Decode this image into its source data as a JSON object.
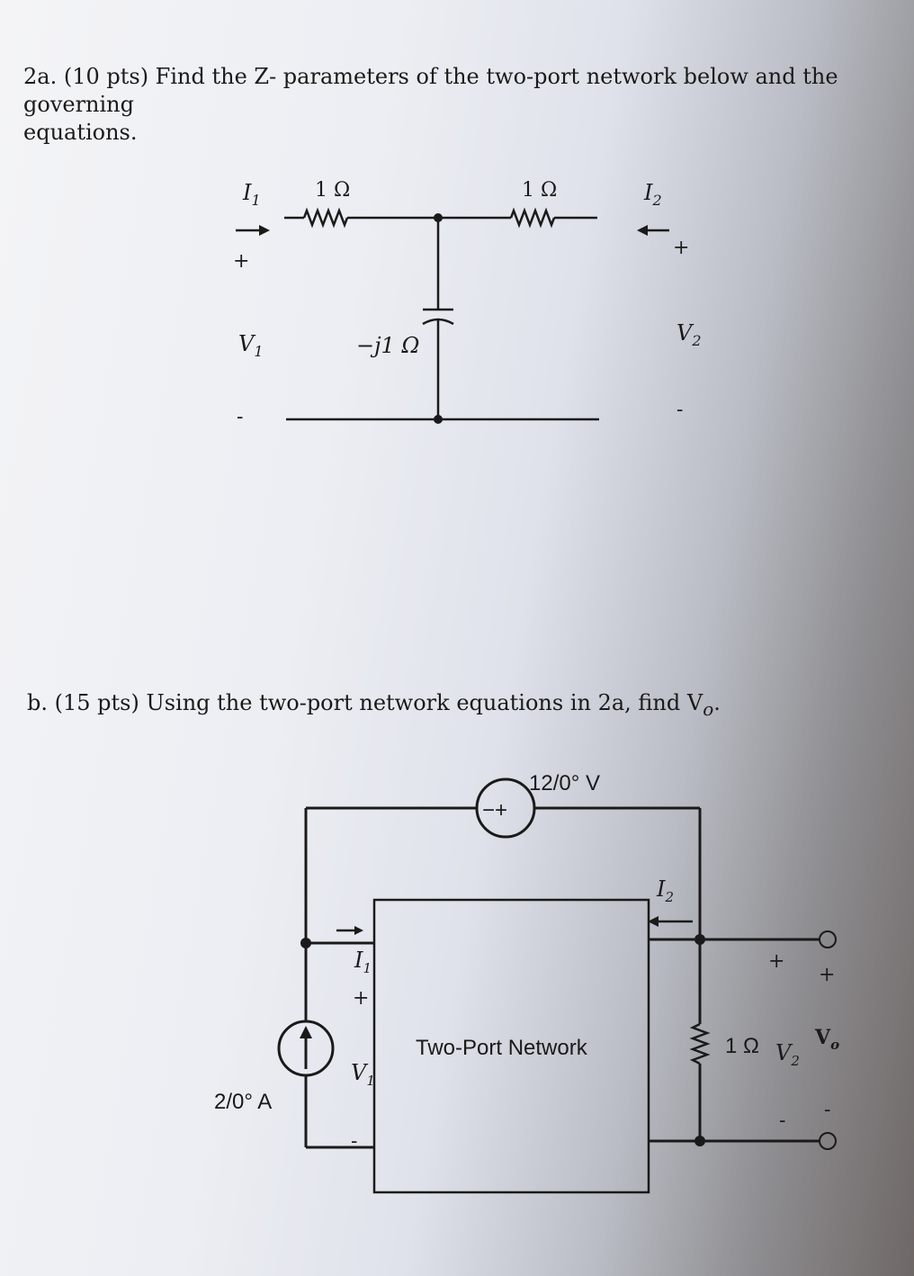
{
  "problem_a": {
    "text_line1": "2a. (10 pts) Find the Z- parameters of the two-port network below and the governing",
    "text_line2": "equations.",
    "circuit": {
      "r1": "1 Ω",
      "r2": "1 Ω",
      "cap": "−j1 Ω",
      "i1": "I",
      "i1_sub": "1",
      "i2": "I",
      "i2_sub": "2",
      "v1": "V",
      "v1_sub": "1",
      "v2": "V",
      "v2_sub": "2",
      "plus": "+",
      "minus": "-"
    }
  },
  "problem_b": {
    "text": "b. (15 pts) Using the two-port network equations in 2a, find V",
    "text_sub": "o",
    "text_end": ".",
    "circuit": {
      "vsource": "12/0° V",
      "isource": "2/0° A",
      "network_label": "Two-Port Network",
      "i1": "I",
      "i1_sub": "1",
      "i2": "I",
      "i2_sub": "2",
      "v1": "V",
      "v1_sub": "1",
      "v2": "V",
      "v2_sub": "2",
      "load": "1 Ω",
      "vo": "V",
      "vo_sub": "o",
      "plus": "+",
      "minus": "-"
    }
  }
}
